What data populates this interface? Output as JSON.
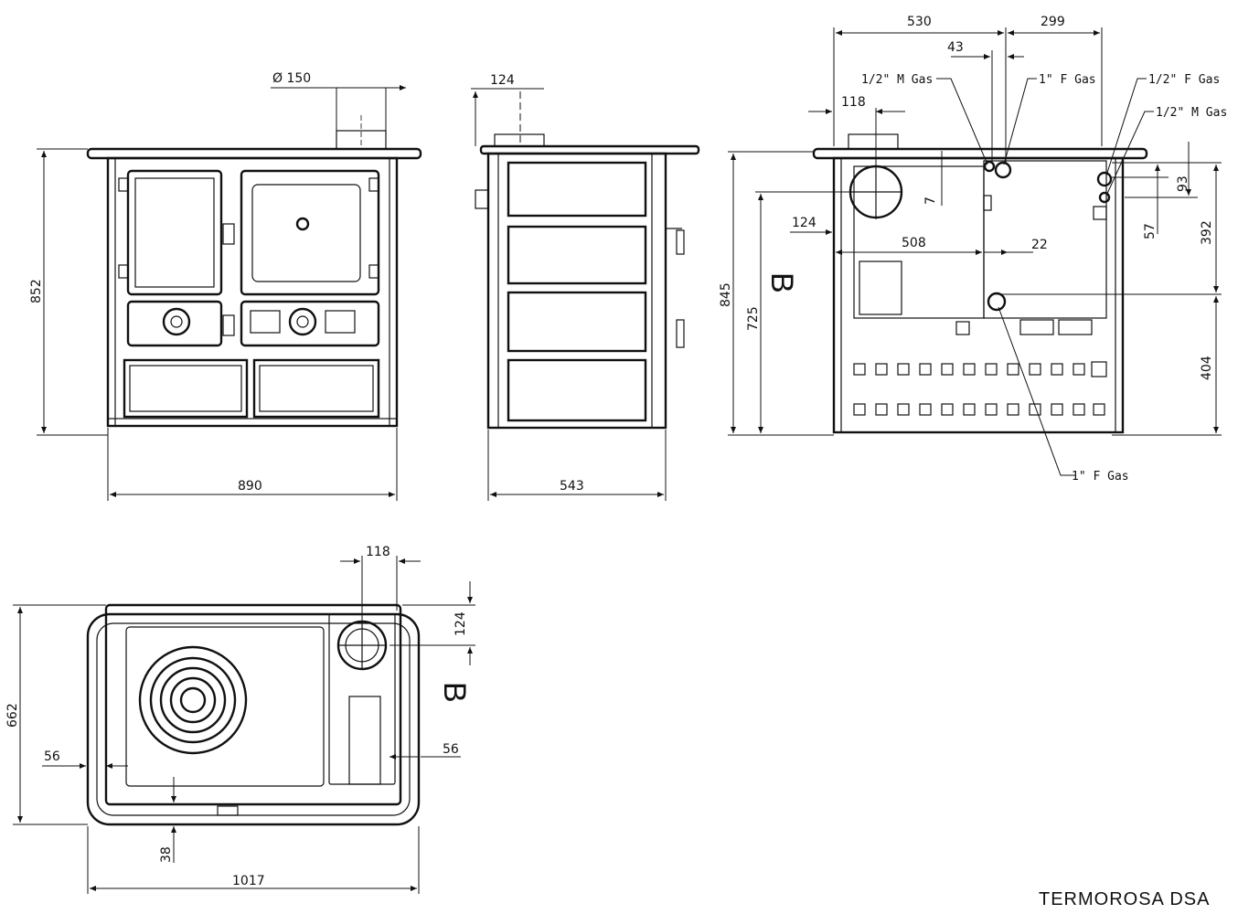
{
  "title": "TERMOROSA DSA",
  "section_marker": "B",
  "front_view": {
    "width": "890",
    "height": "852",
    "flue_diameter": "Ø 150"
  },
  "side_view": {
    "depth": "543",
    "flue_offset": "124"
  },
  "rear_view": {
    "dim_530": "530",
    "dim_299": "299",
    "dim_43": "43",
    "dim_118": "118",
    "dim_124": "124",
    "dim_508": "508",
    "dim_22": "22",
    "dim_7": "7",
    "dim_93": "93",
    "dim_57": "57",
    "dim_392": "392",
    "dim_404": "404",
    "dim_845": "845",
    "dim_725": "725",
    "conn_1": "1/2\" M Gas",
    "conn_2": "1\" F Gas",
    "conn_3": "1/2\" F Gas",
    "conn_4": "1/2\" M Gas",
    "conn_5": "1\" F Gas"
  },
  "top_view": {
    "width": "1017",
    "depth": "662",
    "flue_x": "118",
    "flue_y": "124",
    "margin_left": "56",
    "margin_right": "56",
    "margin_front": "38"
  }
}
